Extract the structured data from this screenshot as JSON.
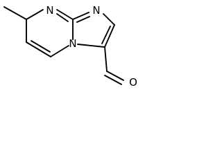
{
  "molecule": {
    "atoms": {
      "n1": "N",
      "n2": "N",
      "n3": "N",
      "o1": "O"
    }
  }
}
